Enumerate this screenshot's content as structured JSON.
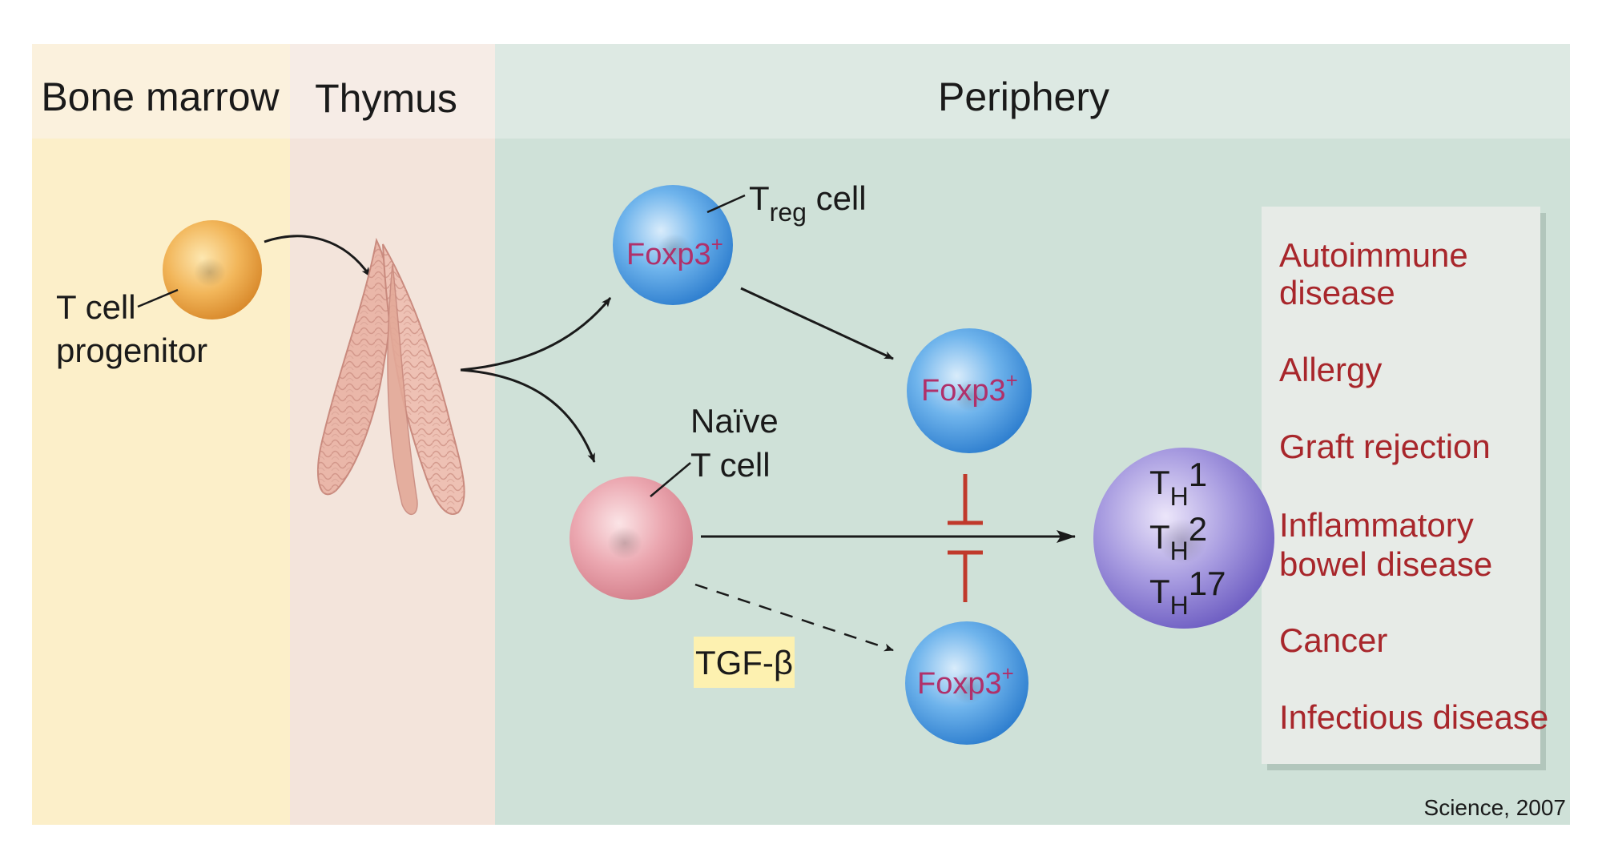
{
  "zones": {
    "bone_marrow": "Bone marrow",
    "thymus": "Thymus",
    "periphery": "Periphery"
  },
  "progenitor": {
    "line1": "T cell",
    "line2": "progenitor"
  },
  "treg": {
    "main": "T",
    "sub": "reg",
    "tail": " cell"
  },
  "foxp3": {
    "text": "Foxp3",
    "sup": "+"
  },
  "naive": {
    "line1": "Naïve",
    "line2": "T cell"
  },
  "tgf": "TGF-β",
  "th_cell": {
    "rows": [
      {
        "main": "T",
        "sub": "H",
        "num": "1"
      },
      {
        "main": "T",
        "sub": "H",
        "num": "2"
      },
      {
        "main": "T",
        "sub": "H",
        "num": "17"
      }
    ]
  },
  "diseases": {
    "autoimmune_1": "Autoimmune",
    "autoimmune_2": "disease",
    "allergy": "Allergy",
    "graft": "Graft rejection",
    "ibd_1": "Inflammatory",
    "ibd_2": "bowel disease",
    "cancer": "Cancer",
    "infectious": "Infectious disease"
  },
  "citation": "Science, 2007",
  "colors": {
    "bone_marrow_bg": "#fcefc9",
    "thymus_bg": "#f3e4db",
    "periphery_bg": "#cfe1d8",
    "foxp3_text": "#b0306a",
    "disease_text": "#a8262b",
    "inhibit_bar": "#c0392b"
  }
}
